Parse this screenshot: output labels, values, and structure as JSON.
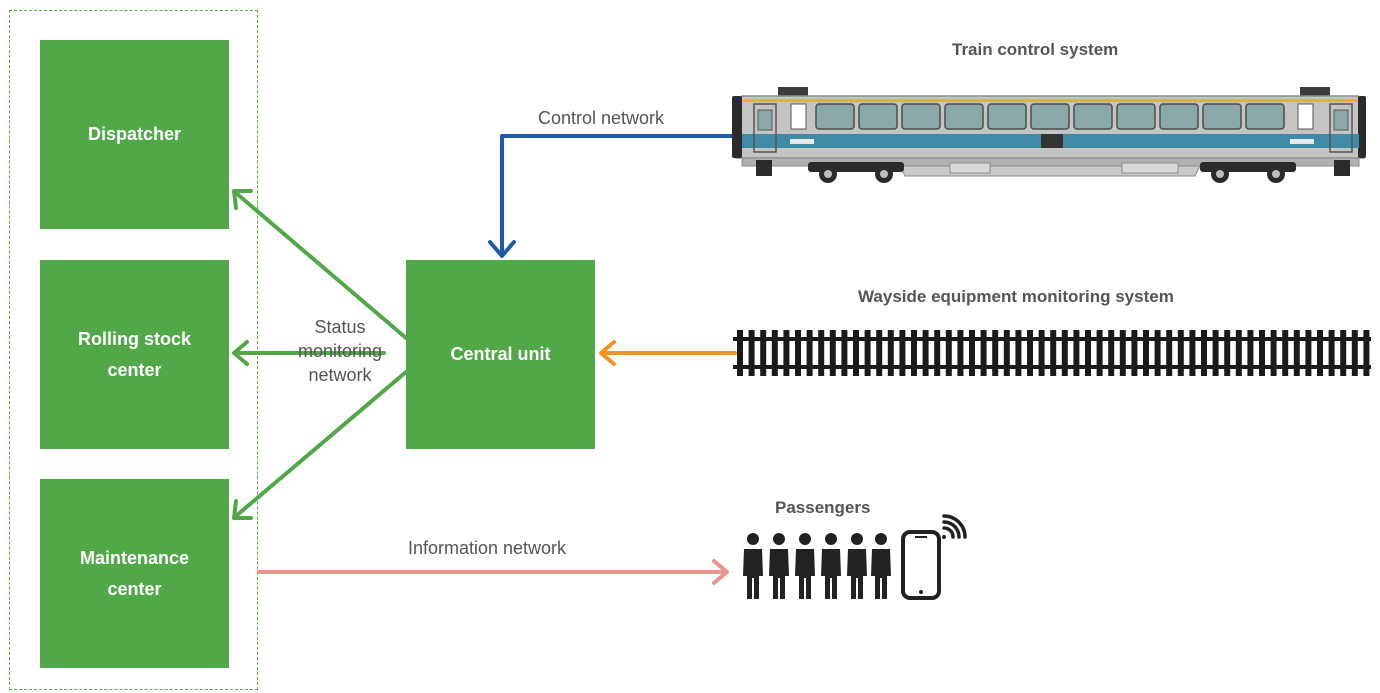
{
  "nodes": {
    "dispatcher": "Dispatcher",
    "rolling_stock": "Rolling stock\ncenter",
    "maintenance": "Maintenance\ncenter",
    "central_unit": "Central unit"
  },
  "systems": {
    "train_control": "Train control system",
    "wayside": "Wayside equipment monitoring system",
    "passengers": "Passengers"
  },
  "networks": {
    "control": "Control network",
    "status": "Status\nmonitoring\nnetwork",
    "information": "Information network"
  },
  "colors": {
    "green": "#52a849",
    "blue": "#1f5aa6",
    "orange": "#f39322",
    "salmon": "#e8958a"
  }
}
